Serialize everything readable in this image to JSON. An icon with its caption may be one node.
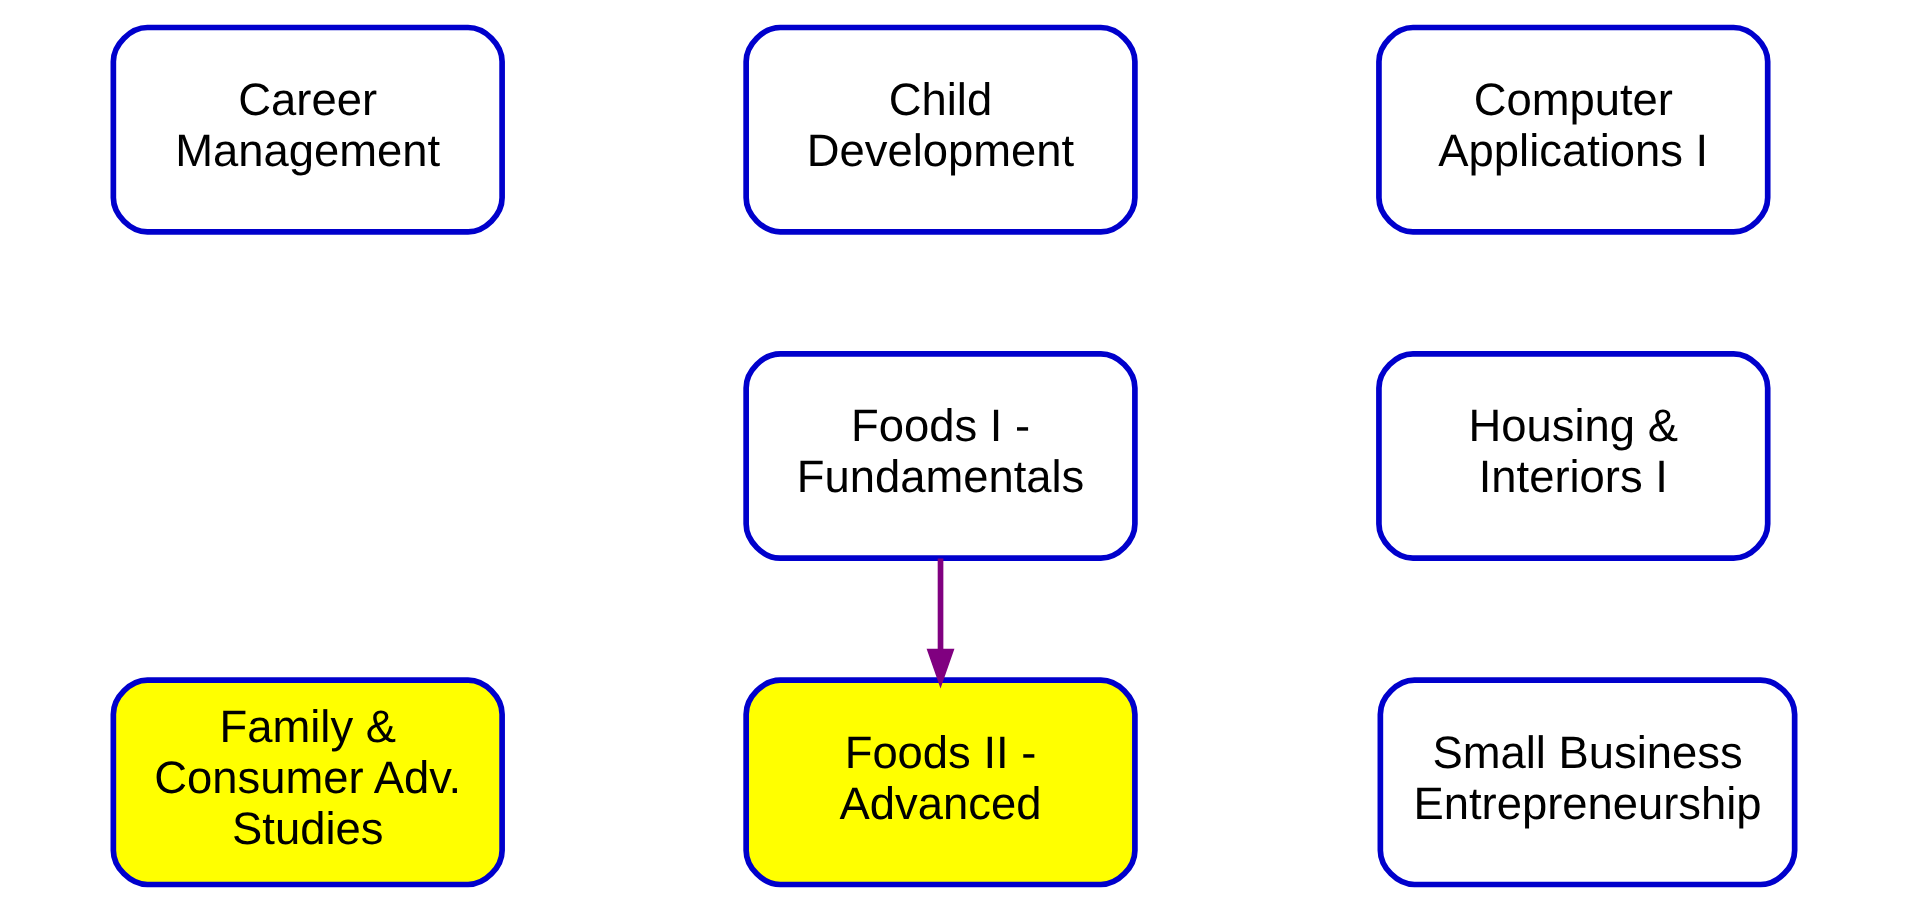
{
  "diagram": {
    "nodes": [
      {
        "text": [
          "Career Management"
        ]
      },
      {
        "text": [
          "Child Development"
        ]
      },
      {
        "text": [
          "Computer Applications I"
        ]
      },
      {
        "text": [
          "Foods I - Fundamentals"
        ]
      },
      {
        "text": [
          "Housing & Interiors I"
        ]
      },
      {
        "text": [
          "Family & Consumer Adv. Studies"
        ]
      },
      {
        "text": [
          "Foods II - Advanced"
        ]
      },
      {
        "text": [
          "Small Business Entrepreneurship"
        ]
      }
    ],
    "edges": [
      {
        "from": 3,
        "to": 6,
        "arrow": "to",
        "color": "#800080"
      }
    ]
  }
}
